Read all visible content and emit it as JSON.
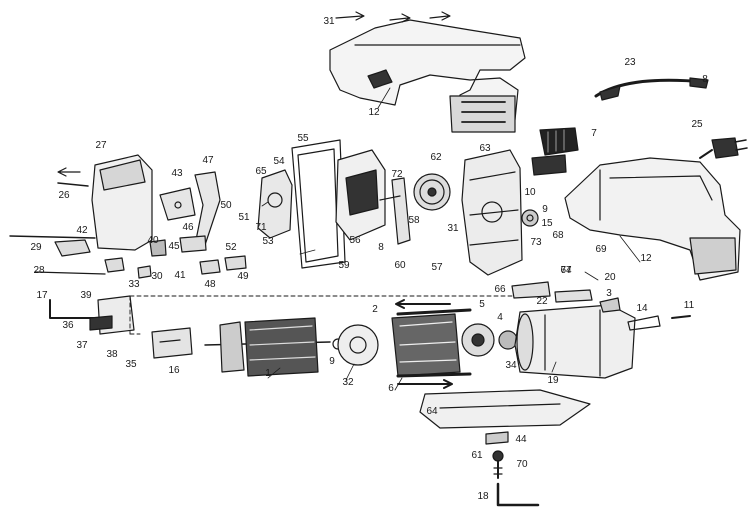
{
  "diagram": {
    "labels": [
      "31",
      "23",
      "8",
      "12",
      "7",
      "25",
      "27",
      "43",
      "47",
      "65",
      "54",
      "55",
      "72",
      "62",
      "63",
      "26",
      "50",
      "51",
      "53",
      "56",
      "58",
      "31",
      "10",
      "9",
      "15",
      "12",
      "42",
      "40",
      "46",
      "45",
      "52",
      "71",
      "59",
      "8",
      "60",
      "57",
      "73",
      "68",
      "69",
      "29",
      "28",
      "41",
      "48",
      "49",
      "67",
      "20",
      "74",
      "66",
      "22",
      "3",
      "33",
      "30",
      "14",
      "11",
      "17",
      "39",
      "2",
      "5",
      "4",
      "36",
      "37",
      "38",
      "35",
      "16",
      "1",
      "9",
      "32",
      "34",
      "19",
      "6",
      "64",
      "44",
      "61",
      "70",
      "18"
    ]
  }
}
